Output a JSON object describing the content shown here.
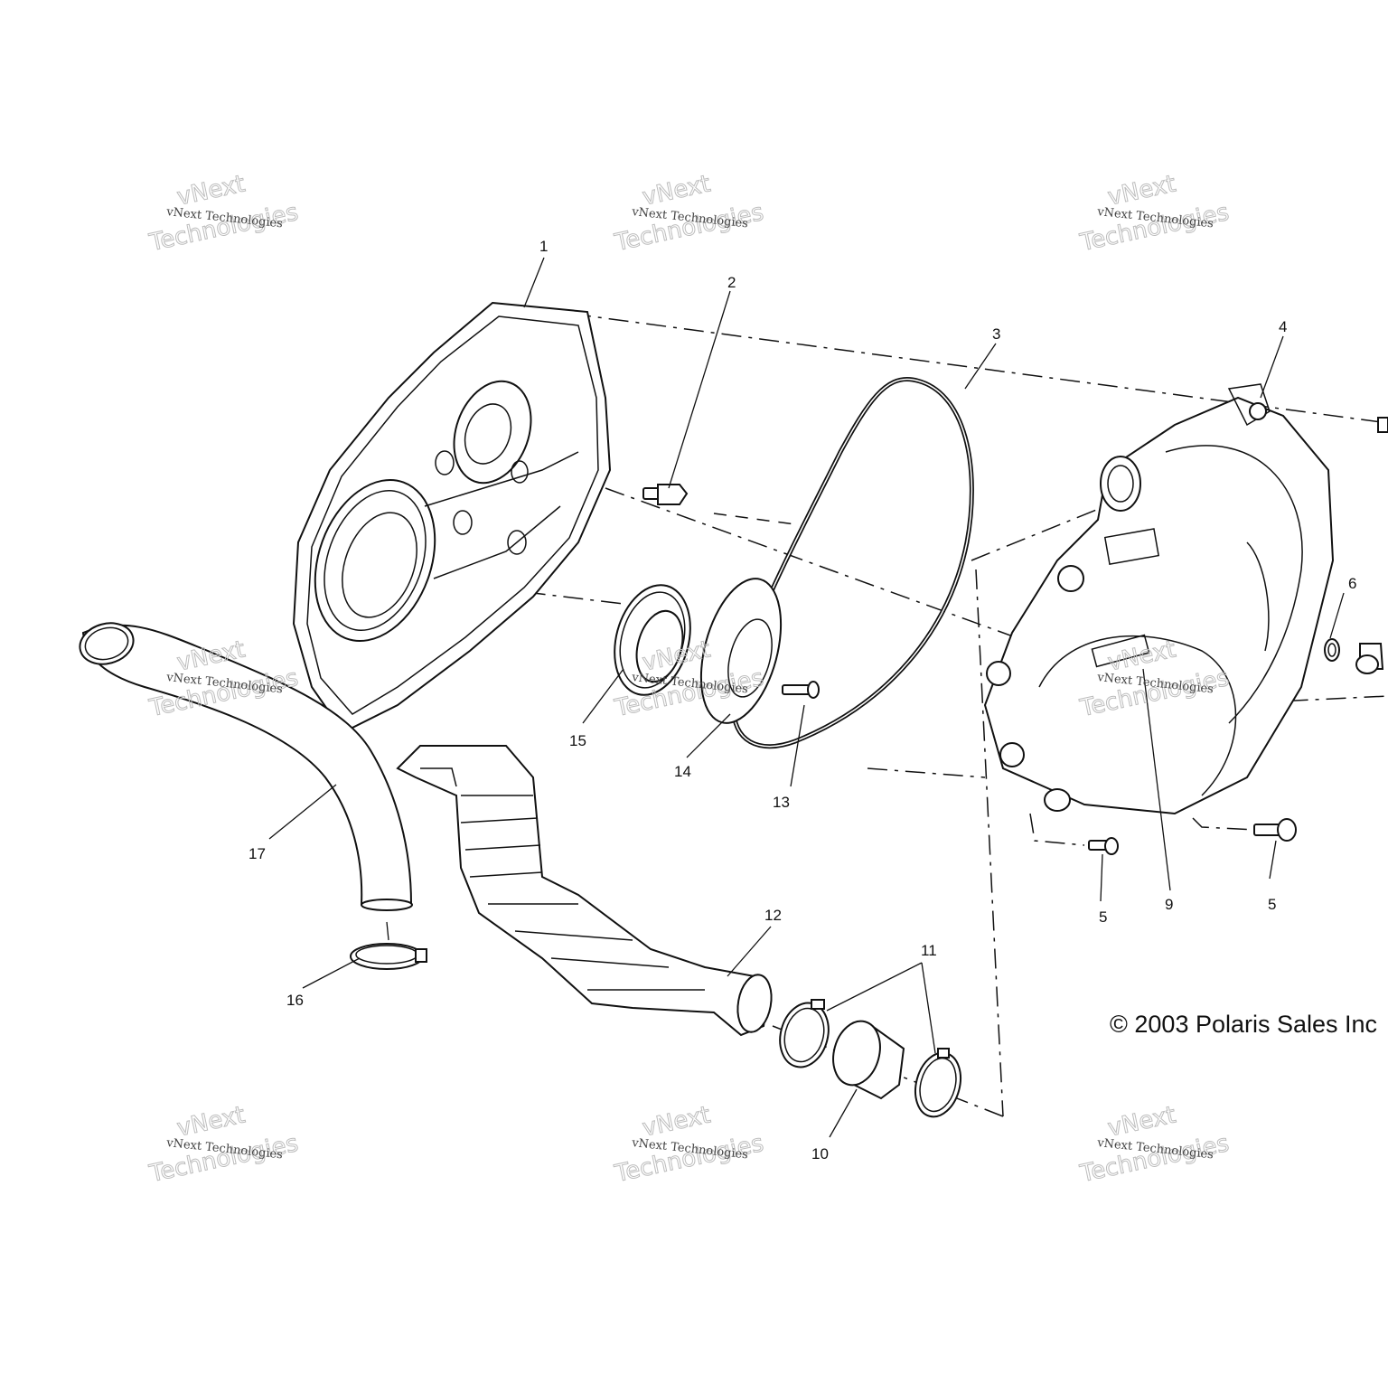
{
  "diagram": {
    "copyright": "© 2003 Polaris Sales Inc",
    "watermark": {
      "small": "vNext Technologies",
      "big_top": "vNext",
      "big_bottom": "Technologies"
    },
    "callouts": {
      "c1": "1",
      "c2": "2",
      "c3": "3",
      "c4": "4",
      "c5a": "5",
      "c5b": "5",
      "c6": "6",
      "c9": "9",
      "c10": "10",
      "c11": "11",
      "c12": "12",
      "c13": "13",
      "c14": "14",
      "c15": "15",
      "c16": "16",
      "c17": "17"
    }
  }
}
